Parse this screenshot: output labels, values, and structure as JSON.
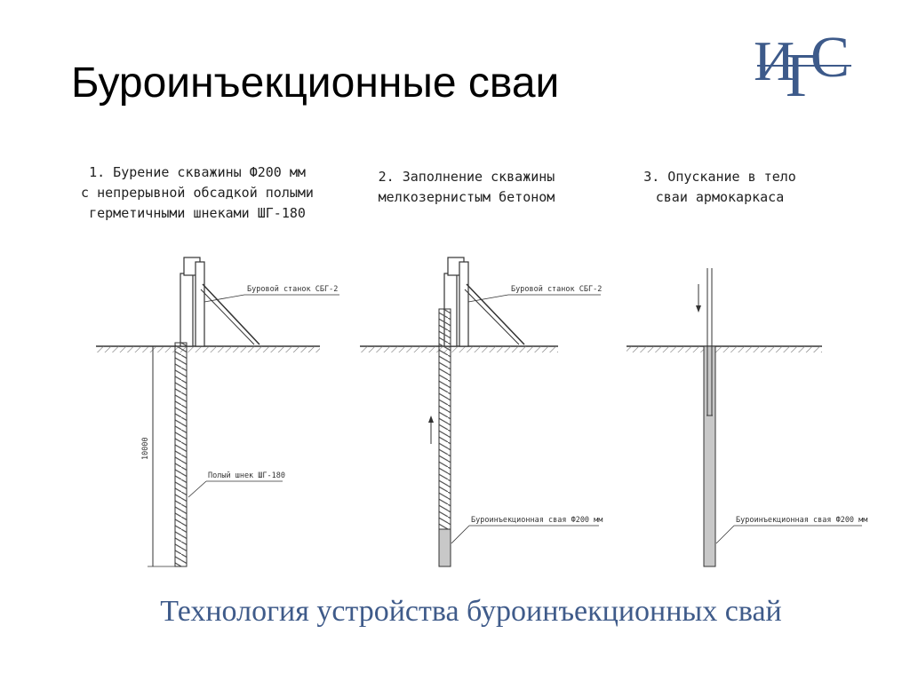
{
  "title": "Буроинъекционные сваи",
  "logo_text": "ИГС",
  "steps": [
    {
      "caption": "1. Бурение скважины Ф200 мм\nс непрерывной обсадкой полыми\nгерметичными шнеками ШГ-180",
      "rig_label": "Буровой станок СБГ-2",
      "auger_label": "Полый шнек ШГ-180",
      "depth_label": "10000"
    },
    {
      "caption": "2. Заполнение скважины\nмелкозернистым бетоном",
      "rig_label": "Буровой станок СБГ-2",
      "pile_label": "Буроинъекционная свая Ф200 мм"
    },
    {
      "caption": "3. Опускание в тело\nсваи армокаркаса",
      "pile_label": "Буроинъекционная свая Ф200 мм"
    }
  ],
  "subtitle": "Технология устройства буроинъекционных свай",
  "colors": {
    "subtitle": "#3f5b8a",
    "logo": "#3d5a8a",
    "line": "#333333",
    "concrete": "#c8c8c8"
  }
}
